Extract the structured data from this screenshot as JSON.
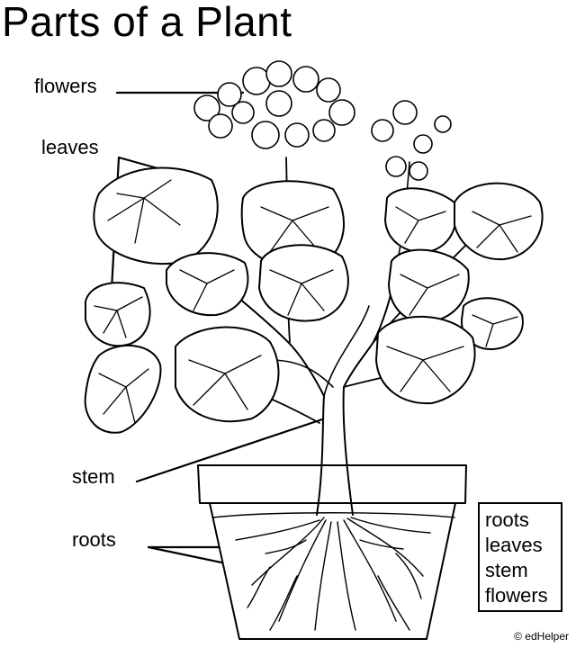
{
  "title": "Parts of a Plant",
  "labels": {
    "flowers": "flowers",
    "leaves": "leaves",
    "stem": "stem",
    "roots": "roots"
  },
  "word_bank": [
    "roots",
    "leaves",
    "stem",
    "flowers"
  ],
  "copyright": "© edHelper"
}
